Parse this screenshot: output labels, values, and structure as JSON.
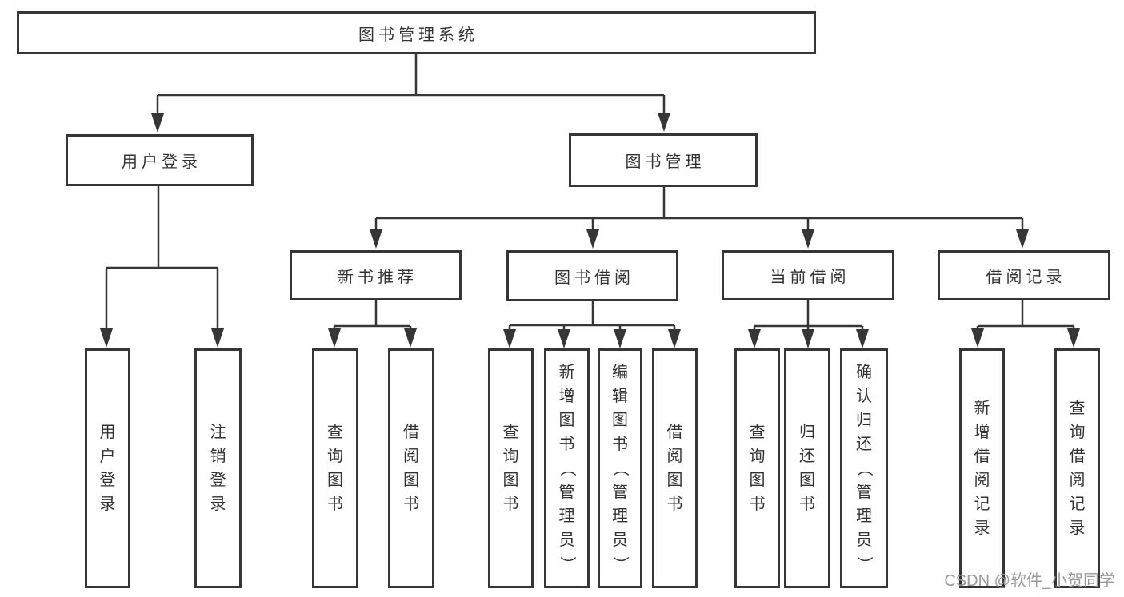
{
  "tree": {
    "label": "图书管理系统",
    "children": [
      {
        "label": "用户登录",
        "children": [
          {
            "label": "用户登录"
          },
          {
            "label": "注销登录"
          }
        ]
      },
      {
        "label": "图书管理",
        "children": [
          {
            "label": "新书推荐",
            "children": [
              {
                "label": "查询图书"
              },
              {
                "label": "借阅图书"
              }
            ]
          },
          {
            "label": "图书借阅",
            "children": [
              {
                "label": "查询图书"
              },
              {
                "label": "新增图书（管理员）"
              },
              {
                "label": "编辑图书（管理员）"
              },
              {
                "label": "借阅图书"
              }
            ]
          },
          {
            "label": "当前借阅",
            "children": [
              {
                "label": "查询图书"
              },
              {
                "label": "归还图书"
              },
              {
                "label": "确认归还（管理员）"
              }
            ]
          },
          {
            "label": "借阅记录",
            "children": [
              {
                "label": "新增借阅记录"
              },
              {
                "label": "查询借阅记录"
              }
            ]
          }
        ]
      }
    ]
  },
  "watermark": {
    "text": "CSDN @软件_小贺同学"
  },
  "colors": {
    "line": "#363636",
    "node_text": "#333333",
    "watermark_text": "#9b9b9b",
    "background": "#ffffff"
  }
}
